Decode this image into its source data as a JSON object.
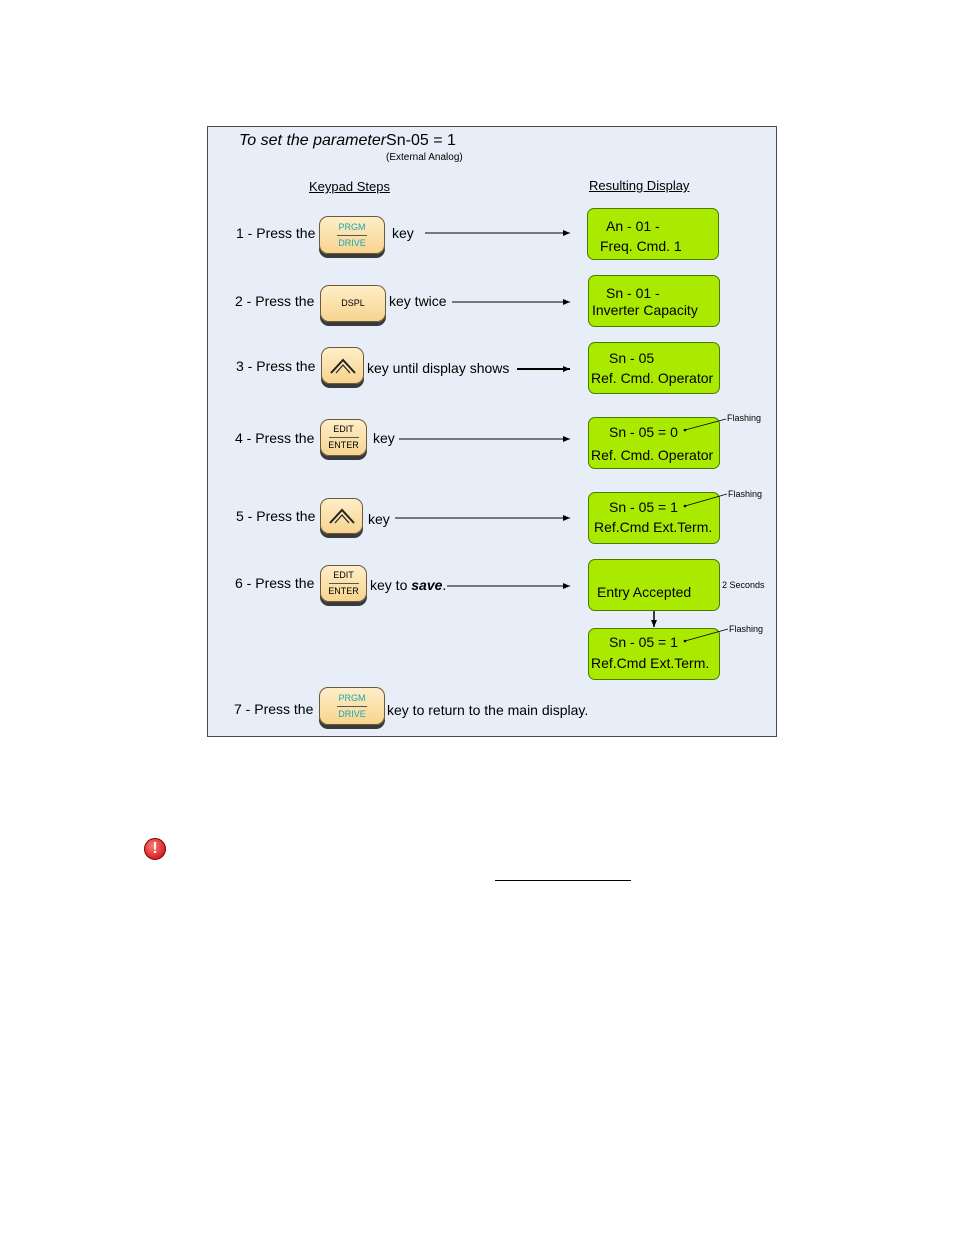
{
  "title": {
    "prefix": "To set the parameter",
    "param": "Sn-05 = 1",
    "sub": "(External Analog)"
  },
  "headers": {
    "steps": "Keypad Steps",
    "display": "Resulting Display"
  },
  "steps": [
    {
      "label": "1 - Press the",
      "key": {
        "line1": "PRGM",
        "line2": "DRIVE"
      },
      "text": "key",
      "display": {
        "line1": "An - 01 -",
        "line2": "Freq. Cmd. 1"
      }
    },
    {
      "label": "2 - Press the",
      "key": {
        "line1": "DSPL"
      },
      "text": "key twice",
      "display": {
        "line1": "Sn - 01 -",
        "line2": "Inverter Capacity"
      }
    },
    {
      "label": "3 - Press the",
      "key": {
        "icon": "up-arrow-icon"
      },
      "text": "key until display shows",
      "display": {
        "line1": "Sn - 05",
        "line2": "Ref. Cmd. Operator"
      }
    },
    {
      "label": "4 - Press the",
      "key": {
        "line1": "EDIT",
        "line2": "ENTER"
      },
      "text": "key",
      "display": {
        "line1": "Sn - 05 = 0",
        "line2": "Ref. Cmd. Operator"
      },
      "note": "Flashing"
    },
    {
      "label": "5 - Press the",
      "key": {
        "icon": "up-arrow-icon"
      },
      "text": "key",
      "display": {
        "line1": "Sn - 05 = 1",
        "line2": "Ref.Cmd Ext.Term."
      },
      "note": "Flashing"
    },
    {
      "label": "6 - Press the",
      "key": {
        "line1": "EDIT",
        "line2": "ENTER"
      },
      "text_prefix": "key to ",
      "text_emph": "save",
      "text_suffix": ".",
      "display": {
        "line1": "Entry Accepted"
      },
      "note": "2 Seconds",
      "display2": {
        "line1": "Sn - 05 = 1",
        "line2": "Ref.Cmd Ext.Term."
      },
      "note2": "Flashing"
    },
    {
      "label": "7 - Press the",
      "key": {
        "line1": "PRGM",
        "line2": "DRIVE"
      },
      "text": "key to return to the main display."
    }
  ],
  "colors": {
    "lcd": "#aaea00",
    "key": "#f7d48f",
    "panel": "#e8eef7",
    "warning": "#c40000"
  },
  "warning_icon": "exclamation-icon"
}
